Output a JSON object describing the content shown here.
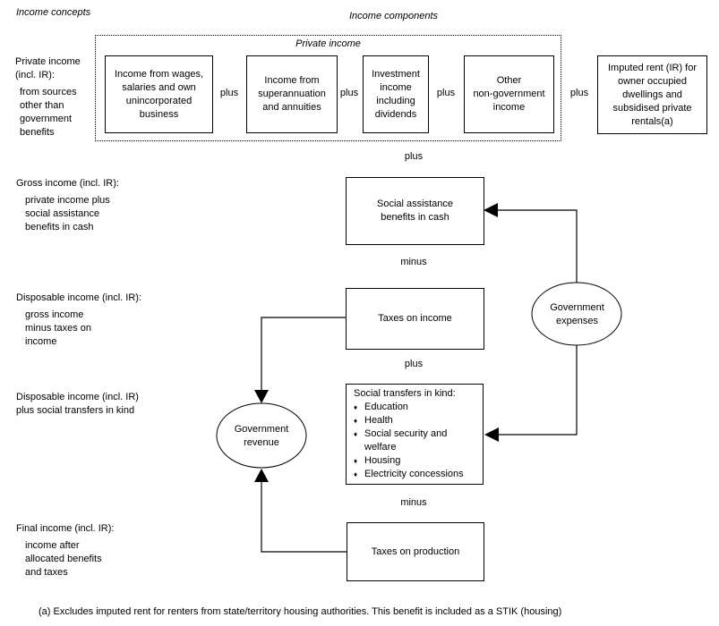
{
  "headers": {
    "concepts": "Income concepts",
    "components": "Income components"
  },
  "private_group": {
    "label": "Private income",
    "box_wages": "Income from wages,\nsalaries and own\nunincorporated\nbusiness",
    "box_super": "Income from\nsuperannuation\nand annuities",
    "box_invest": "Investment\nincome\nincluding\ndividends",
    "box_other": "Other\nnon-government\nincome"
  },
  "box_imputed": "Imputed rent (IR) for\nowner occupied\ndwellings and\nsubsidised private\nrentals(a)",
  "operators": {
    "plus": "plus",
    "minus": "minus"
  },
  "concept_labels": {
    "private": {
      "title": "Private income\n(incl. IR):",
      "body": "from sources\nother than\ngovernment\nbenefits"
    },
    "gross": {
      "title": "Gross income (incl. IR):",
      "body": "private income plus\nsocial assistance\nbenefits in cash"
    },
    "disposable": {
      "title": "Disposable income (incl. IR):",
      "body": "gross income\nminus taxes on\nincome"
    },
    "disposable_stik": {
      "title": "Disposable income (incl. IR)\nplus social transfers in kind"
    },
    "final": {
      "title": "Final income (incl. IR):",
      "body": "income after\nallocated benefits\nand taxes"
    }
  },
  "flow": {
    "social_assistance": "Social assistance\nbenefits in cash",
    "taxes_income": "Taxes on income",
    "stik_heading": "Social transfers in kind:",
    "stik_items": [
      "Education",
      "Health",
      "Social security and\nwelfare",
      "Housing",
      "Electricity concessions"
    ],
    "taxes_production": "Taxes on production"
  },
  "ellipses": {
    "expenses": "Government\nexpenses",
    "revenue": "Government\nrevenue"
  },
  "glyphs": {
    "bullet": "♦"
  },
  "colors": {
    "line": "#000000",
    "background": "#ffffff"
  },
  "footnote": "(a) Excludes imputed rent for renters from state/territory housing authorities. This benefit is included as a STIK (housing)"
}
